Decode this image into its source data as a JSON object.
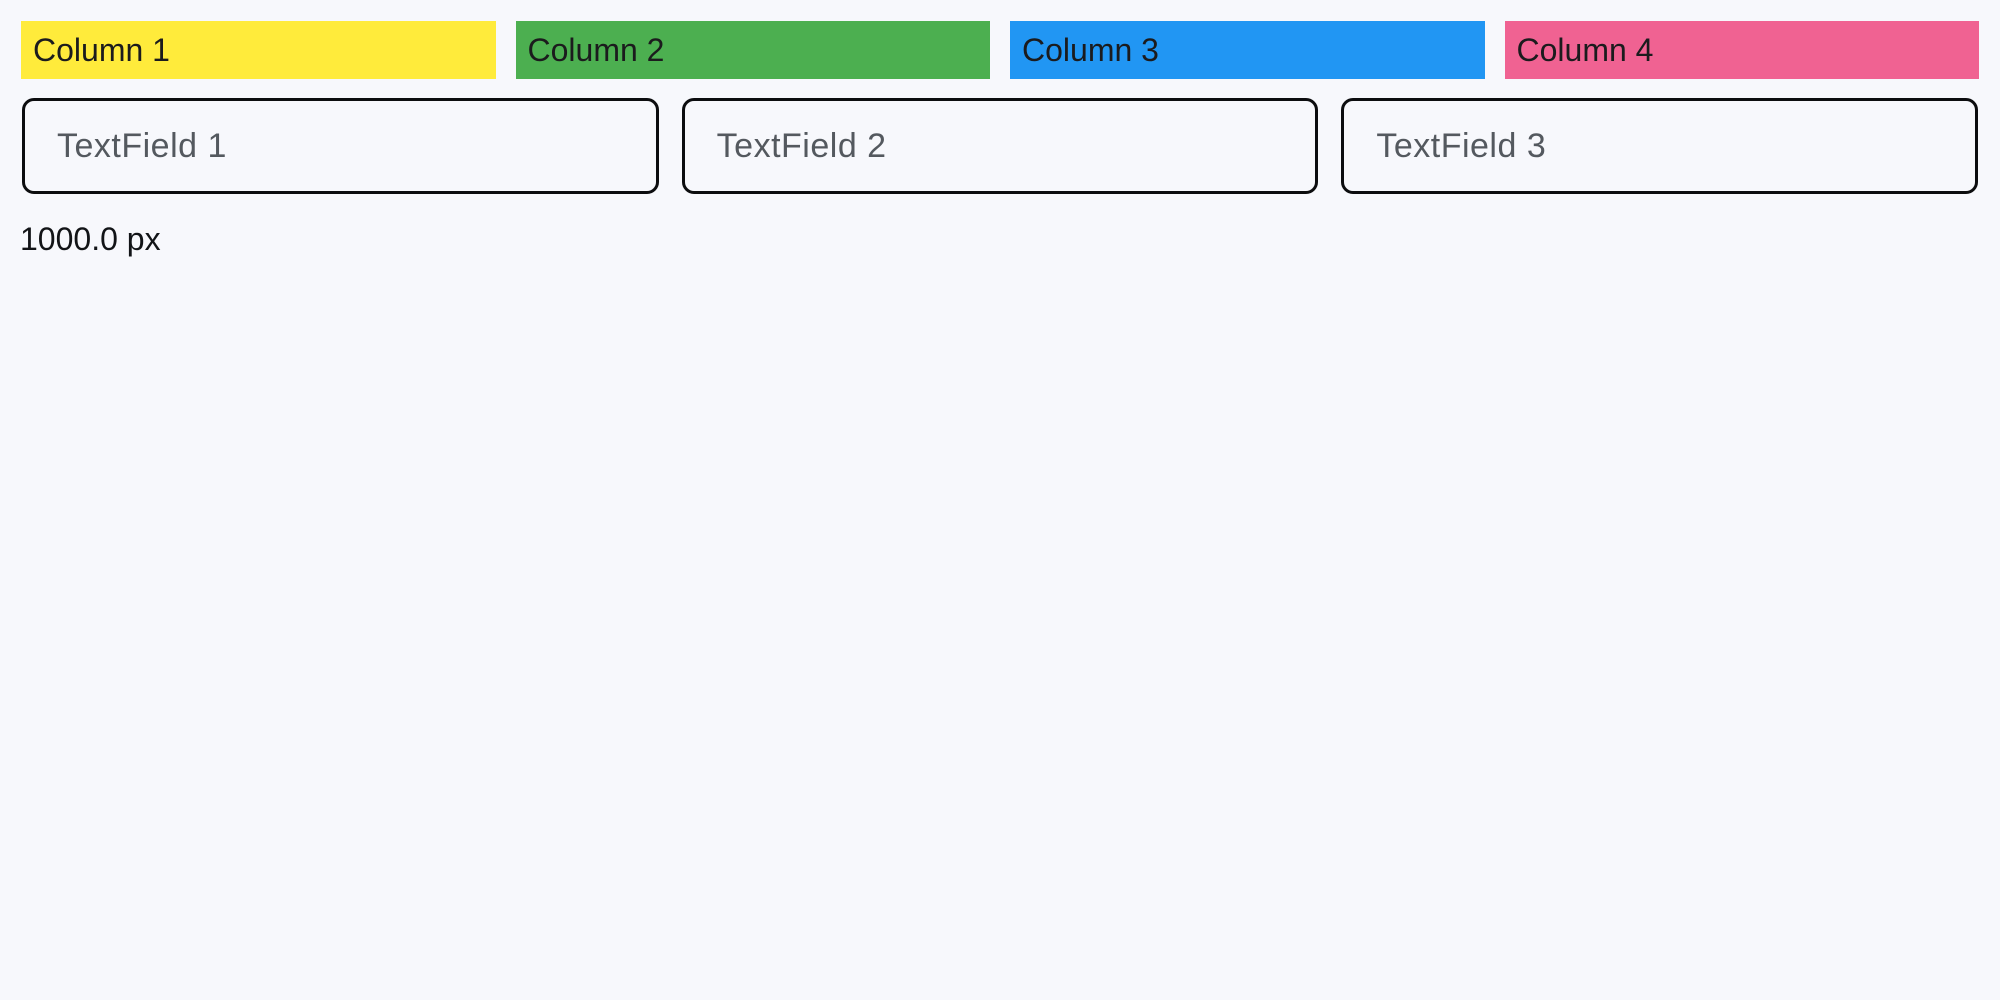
{
  "page": {
    "background": "#F7F8FC",
    "width_label": "1000.0 px"
  },
  "columns": [
    {
      "label": "Column 1",
      "color": "#FFEB3B"
    },
    {
      "label": "Column 2",
      "color": "#4CAF50"
    },
    {
      "label": "Column 3",
      "color": "#2196F3"
    },
    {
      "label": "Column 4",
      "color": "#F06292"
    }
  ],
  "text_fields": [
    {
      "placeholder": "TextField 1"
    },
    {
      "placeholder": "TextField 2"
    },
    {
      "placeholder": "TextField 3"
    }
  ]
}
